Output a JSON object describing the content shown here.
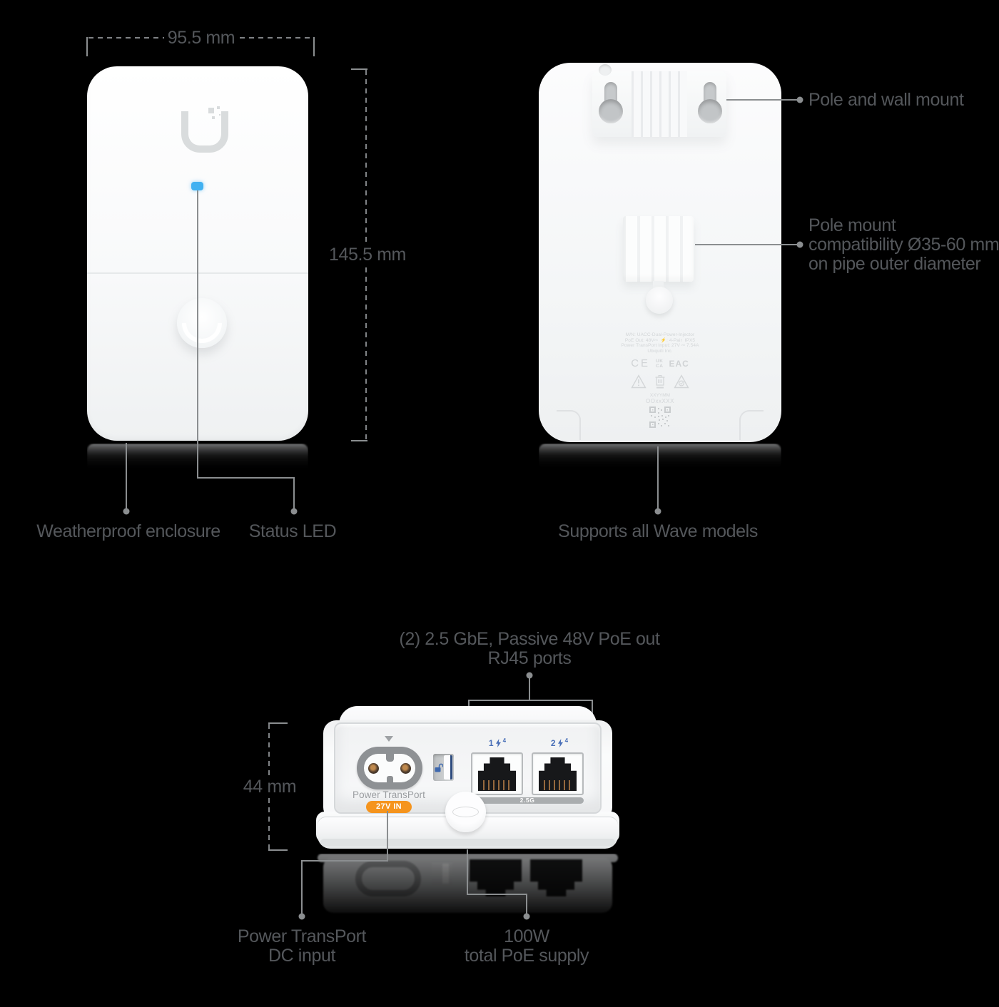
{
  "colors": {
    "background": "#000000",
    "leader_line": "#8b8e90",
    "label_text": "#54575b",
    "led_blue": "#41b1f1",
    "badge_orange": "#f5941d",
    "port_label_blue": "#4a70b8"
  },
  "front_view": {
    "width_dim": "95.5 mm",
    "height_dim": "145.5 mm",
    "enclosure_label": "Weatherproof enclosure",
    "led_label": "Status LED"
  },
  "back_view": {
    "mount_label": "Pole and wall mount",
    "pole_label_line1": "Pole mount",
    "pole_label_line2": "compatibility Ø35-60 mm",
    "pole_label_line3": "on pipe outer diameter",
    "wave_label": "Supports all Wave models",
    "regulatory": {
      "line1": "M/N: UACC-Dual-Power-Injector",
      "line2": "PoE Out: 48V⎓  ⚡: 4-Pair  IPX5",
      "line3": "Power TransPort Input: 27V ⎓ 7.54A",
      "line4": "Ubiquiti Inc.",
      "mark_ce": "CE",
      "mark_ukca_top": "UK",
      "mark_ukca_bottom": "CA",
      "mark_eac": "EAC",
      "date_code": "XXYYMM",
      "serial_code": "OOxxXXX"
    }
  },
  "bottom_view": {
    "height_dim": "44 mm",
    "ports_label_line1": "(2) 2.5 GbE, Passive 48V PoE out",
    "ports_label_line2": "RJ45 ports",
    "power_transport_label": "Power TransPort",
    "dc_badge": "27V IN",
    "port1_number": "1",
    "port2_number": "2",
    "port_sup": "4",
    "speed_badge": "2.5G",
    "dc_label_line1": "Power TransPort",
    "dc_label_line2": "DC input",
    "poe_label_line1": "100W",
    "poe_label_line2": "total PoE supply"
  }
}
